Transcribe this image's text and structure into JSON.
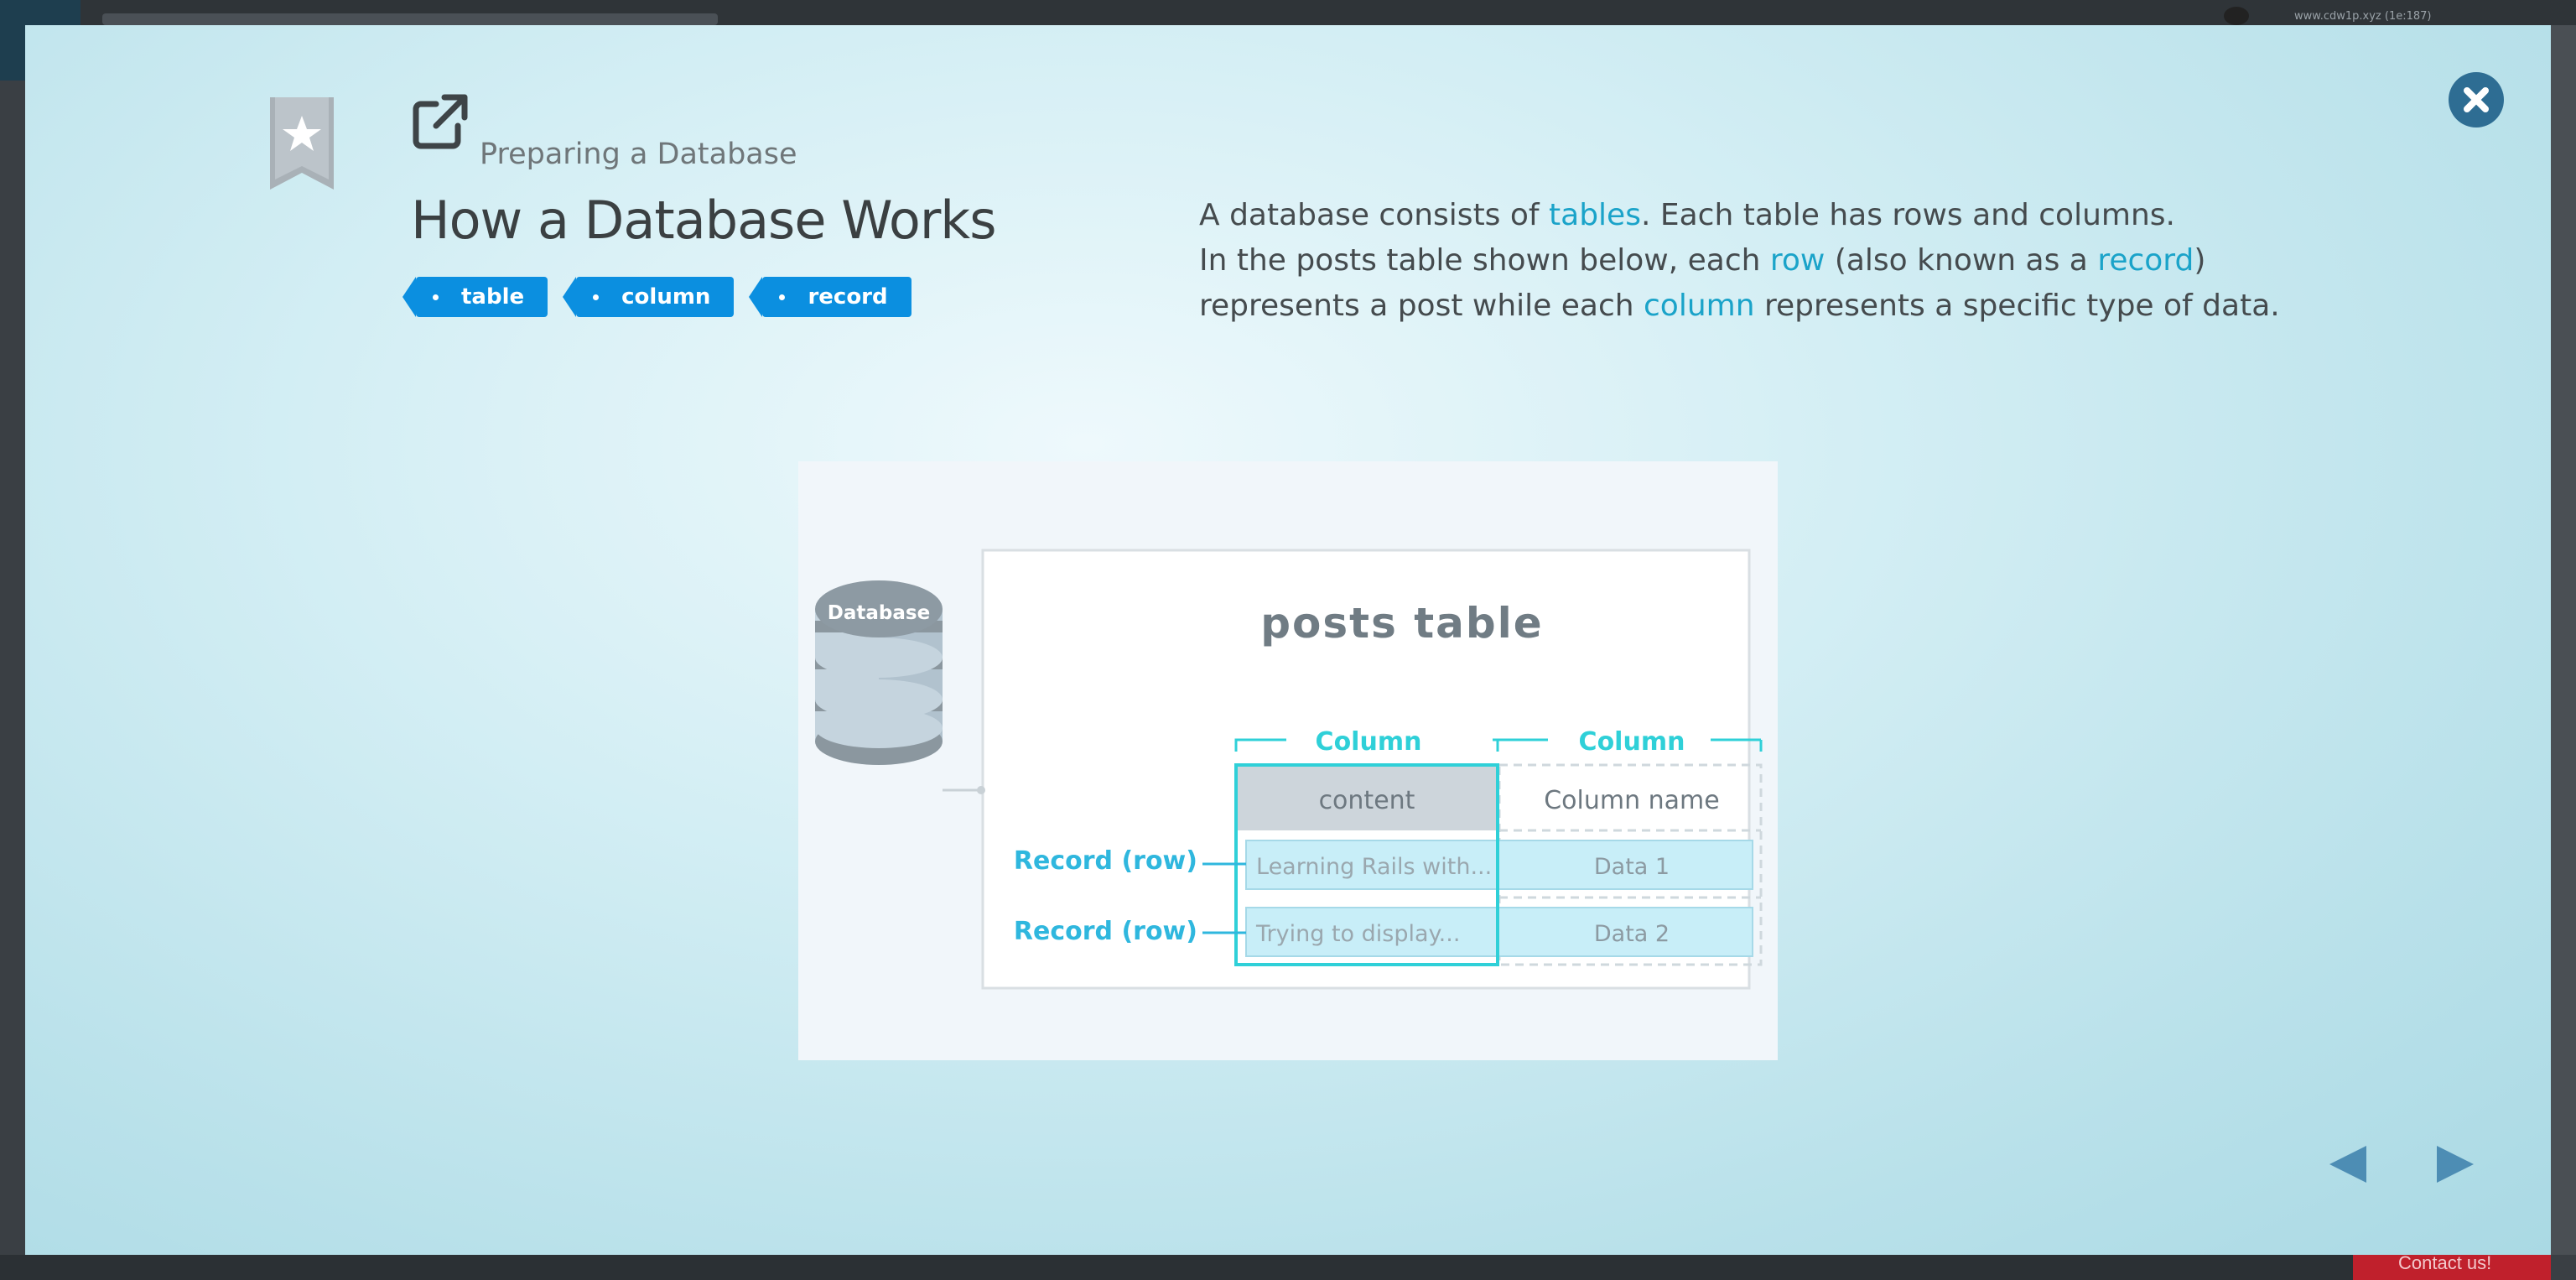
{
  "background": {
    "url_text": "www.cdw1p.xyz (1e:187)",
    "contact_label": "Contact us!"
  },
  "header": {
    "lesson_label": "Preparing a Database",
    "title": "How a Database Works",
    "tags": [
      "table",
      "column",
      "record"
    ]
  },
  "description": {
    "line1": [
      "A database consists of ",
      "tables",
      ". Each table has rows and columns."
    ],
    "line2": [
      "In the posts table shown below, each ",
      "row",
      " (also known as a ",
      "record",
      ")"
    ],
    "line3": [
      "represents a post while each ",
      "column",
      " represents a specific type of data."
    ]
  },
  "diagram": {
    "database_label": "Database",
    "table_title": "posts table",
    "column_labels": [
      "Column",
      "Column"
    ],
    "headers": [
      "content",
      "Column name"
    ],
    "record_labels": [
      "Record (row)",
      "Record (row)"
    ],
    "rows": [
      [
        "Learning Rails with...",
        "Data 1"
      ],
      [
        "Trying to display...",
        "Data 2"
      ]
    ]
  },
  "icons": {
    "bookmark": "star-bookmark-icon",
    "external": "external-link-icon",
    "close": "close-icon",
    "prev": "triangle-left-icon",
    "next": "triangle-right-icon"
  },
  "colors": {
    "tag_blue": "#0b8fe0",
    "highlight_text": "#1aa3c9",
    "diagram_teal": "#2fd0d8",
    "close_button": "#2e6d93",
    "nav_arrow": "#4d8db4"
  }
}
